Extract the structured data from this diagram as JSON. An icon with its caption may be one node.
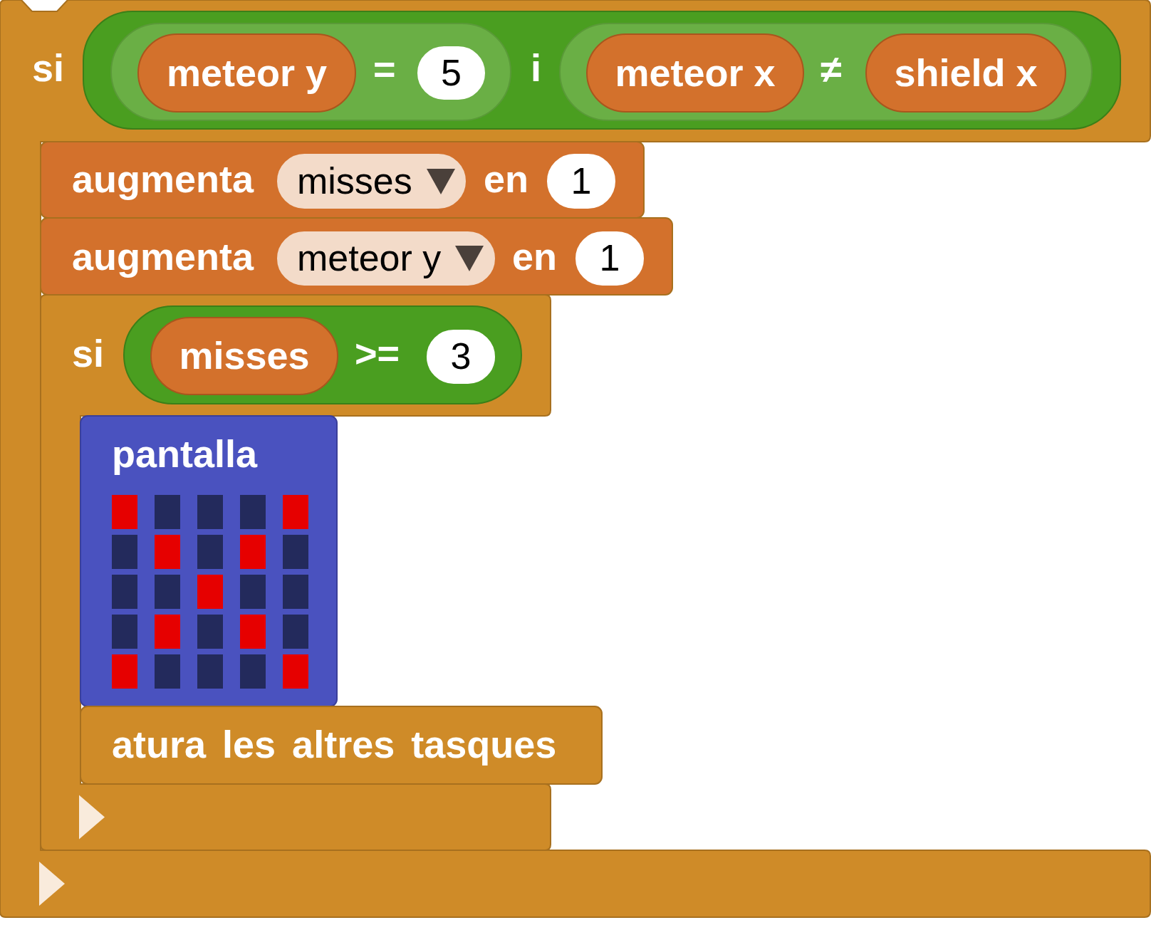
{
  "diagram": {
    "nodes": [
      {
        "text": [
          "si"
        ]
      },
      {
        "text": [
          "i"
        ],
        "in": 0
      },
      {
        "text": [
          "="
        ],
        "in": 1
      },
      {
        "text": [
          "meteor y"
        ],
        "in": 2
      },
      {
        "text": [
          "5"
        ],
        "in": 2
      },
      {
        "text": [
          "≠"
        ],
        "in": 1
      },
      {
        "text": [
          "meteor x"
        ],
        "in": 5
      },
      {
        "text": [
          "shield x"
        ],
        "in": 5
      },
      {
        "text": [
          "augmenta",
          "en"
        ],
        "in": 0
      },
      {
        "text": [
          "misses"
        ],
        "in": 8
      },
      {
        "text": [
          "1"
        ],
        "in": 8
      },
      {
        "text": [
          "augmenta",
          "en"
        ],
        "in": 0
      },
      {
        "text": [
          "meteor y"
        ],
        "in": 11
      },
      {
        "text": [
          "1"
        ],
        "in": 11
      },
      {
        "text": [
          "si"
        ],
        "in": 0
      },
      {
        "text": [
          ">="
        ],
        "in": 14
      },
      {
        "text": [
          "misses"
        ],
        "in": 15
      },
      {
        "text": [
          "3"
        ],
        "in": 15
      },
      {
        "text": [
          "pantalla"
        ],
        "in": 14
      },
      {
        "text": [
          "atura les altres tasques"
        ],
        "in": 14
      }
    ]
  }
}
